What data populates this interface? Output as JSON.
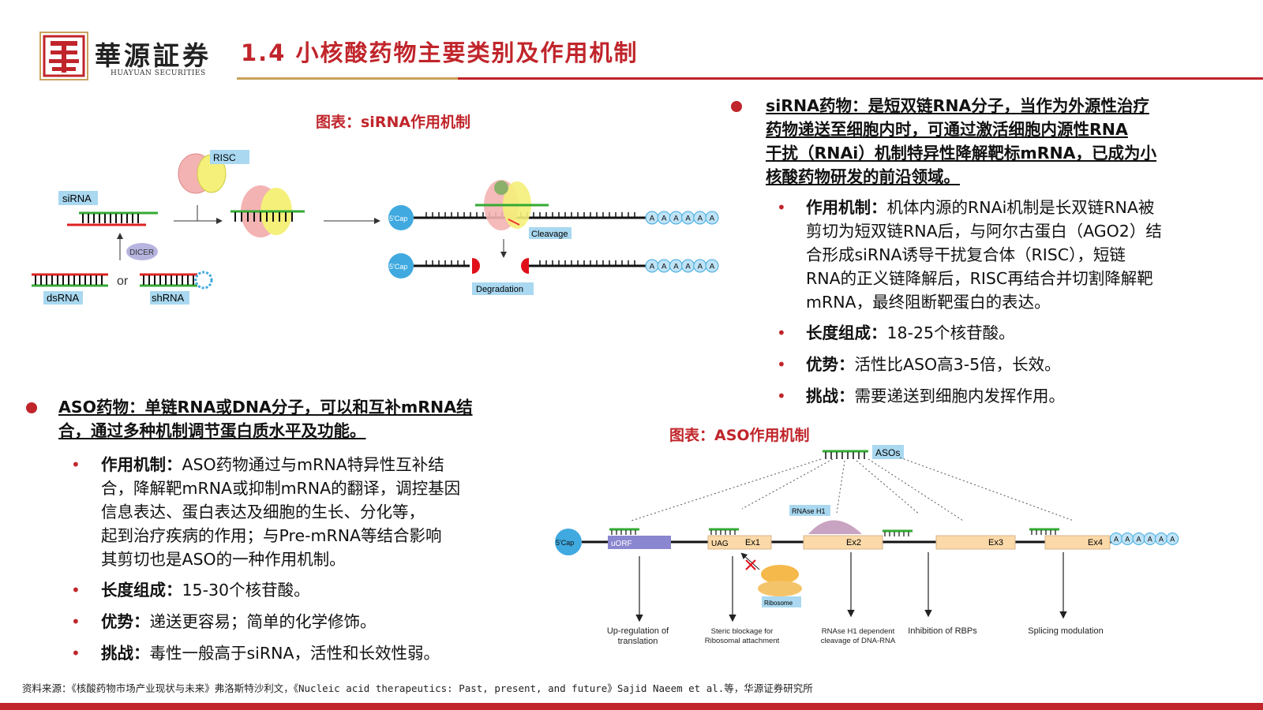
{
  "header": {
    "brand_cn": "華源証券",
    "brand_en": "HUAYUAN SECURITIES",
    "title": "1.4 小核酸药物主要类别及作用机制"
  },
  "sirna_figure": {
    "caption": "图表：siRNA作用机制",
    "labels": {
      "risc": "RISC",
      "sirna": "siRNA",
      "dicer": "DICER",
      "or": "or",
      "dsrna": "dsRNA",
      "shrna": "shRNA",
      "cap": "5'Cap",
      "cleavage": "Cleavage",
      "degradation": "Degradation",
      "polya": "A"
    }
  },
  "sirna_text": {
    "main": "siRNA药物：是短双链RNA分子，当作为外源性治疗药物递送至细胞内时，可通过激活细胞内源性RNA干扰（RNAi）机制特异性降解靶标mRNA，已成为小核酸药物研发的前沿领域。",
    "main_lines": [
      "siRNA药物：是短双链RNA分子，当作为外源性治疗",
      "药物递送至细胞内时，可通过激活细胞内源性RNA",
      "干扰（RNAi）机制特异性降解靶标mRNA，已成为小",
      "核酸药物研发的前沿领域。"
    ],
    "mech_label": "作用机制：",
    "mech_lines": [
      "机体内源的RNAi机制是长双链RNA被",
      "剪切为短双链RNA后，与阿尔古蛋白（AGO2）结",
      "合形成siRNA诱导干扰复合体（RISC），短链",
      "RNA的正义链降解后，RISC再结合并切割降解靶",
      "mRNA，最终阻断靶蛋白的表达。"
    ],
    "length_label": "长度组成：",
    "length_val": "18-25个核苷酸。",
    "adv_label": "优势：",
    "adv_val": "活性比ASO高3-5倍，长效。",
    "chal_label": "挑战：",
    "chal_val": "需要递送到细胞内发挥作用。"
  },
  "aso_text": {
    "main_lines": [
      "ASO药物：单链RNA或DNA分子，可以和互补mRNA结",
      "合，通过多种机制调节蛋白质水平及功能。"
    ],
    "mech_label": "作用机制：",
    "mech_lines": [
      "ASO药物通过与mRNA特异性互补结",
      "合，降解靶mRNA或抑制mRNA的翻译，调控基因",
      "信息表达、蛋白表达及细胞的生长、分化等，",
      "起到治疗疾病的作用；与Pre-mRNA等结合影响",
      "其剪切也是ASO的一种作用机制。"
    ],
    "length_label": "长度组成：",
    "length_val": "15-30个核苷酸。",
    "adv_label": "优势：",
    "adv_val": "递送更容易；简单的化学修饰。",
    "chal_label": "挑战：",
    "chal_val": "毒性一般高于siRNA，活性和长效性弱。"
  },
  "aso_figure": {
    "caption": "图表：ASO作用机制",
    "labels": {
      "asos": "ASOs",
      "rnase": "RNAse H1",
      "cap": "5'Cap",
      "uorf": "uORF",
      "uag": "UAG",
      "ex1": "Ex1",
      "ex2": "Ex2",
      "ex3": "Ex3",
      "ex4": "Ex4",
      "ribosome": "Ribosome",
      "polya": "A"
    },
    "outcomes": [
      [
        "Up-regulation of",
        "translation"
      ],
      [
        "Steric blockage for",
        "Ribosomal attachment"
      ],
      [
        "RNAse H1 dependent",
        "cleavage of DNA-RNA"
      ],
      [
        "Inhibition of RBPs"
      ],
      [
        "Splicing modulation"
      ]
    ]
  },
  "source": "资料来源：《核酸药物市场产业现状与未来》弗洛斯特沙利文，《Nucleic acid therapeutics: Past, present, and future》Sajid Naeem et al.等，华源证券研究所",
  "colors": {
    "accent_red": "#c0252b",
    "gold": "#c8a15a",
    "label_blue": "#a9d8f0",
    "cap_blue": "#3fa9e0"
  }
}
